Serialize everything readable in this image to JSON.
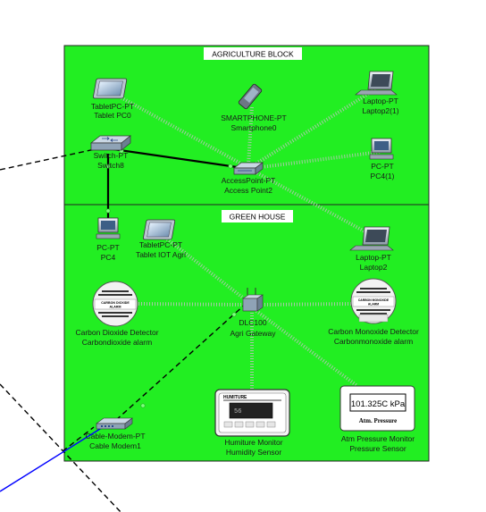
{
  "blocks": {
    "agriculture": "AGRICULTURE BLOCK",
    "greenhouse": "GREEN HOUSE"
  },
  "devices": {
    "tablet0": {
      "type": "TabletPC-PT",
      "name": "Tablet PC0"
    },
    "smartphone0": {
      "type": "SMARTPHONE-PT",
      "name": "Smartphone0"
    },
    "laptop2_1": {
      "type": "Laptop-PT",
      "name": "Laptop2(1)"
    },
    "switch8": {
      "type": "Switch-PT",
      "name": "Switch8"
    },
    "pc4_1": {
      "type": "PC-PT",
      "name": "PC4(1)"
    },
    "accesspoint2": {
      "type": "AccessPoint-PT",
      "name": "Access Point2"
    },
    "pc4": {
      "type": "PC-PT",
      "name": "PC4"
    },
    "tabletiot": {
      "type": "TabletPC-PT",
      "name": "Tablet IOT Agri"
    },
    "laptop2": {
      "type": "Laptop-PT",
      "name": "Laptop2"
    },
    "co2detector": {
      "type": "Carbon Dioxide Detector",
      "name": "Carbondioxide alarm",
      "badge": "CARBON DIOXIDE\nALARM"
    },
    "agrigateway": {
      "type": "DLC100",
      "name": "Agri Gateway"
    },
    "codetector": {
      "type": "Carbon Monoxide Detector",
      "name": "Carbonmonoxide alarm",
      "badge": "CARBON MONOXIDE\nALARM"
    },
    "humiture": {
      "type": "Humiture Monitor",
      "name": "Humidity Sensor",
      "screen_title": "HUMITURE",
      "screen_value": "56"
    },
    "pressure": {
      "type": "Atm Pressure Monitor",
      "name": "Pressure Sensor",
      "screen_value": "101.325C kPa",
      "screen_caption": "Atm. Pressure"
    },
    "cablemodem1": {
      "type": "Cable-Modem-PT",
      "name": "Cable Modem1"
    }
  },
  "colors": {
    "area_fill": "#22ee22",
    "area_border": "#222222",
    "wireless": "#a8c8a8",
    "wired": "#000000",
    "coax": "#0000ff"
  }
}
